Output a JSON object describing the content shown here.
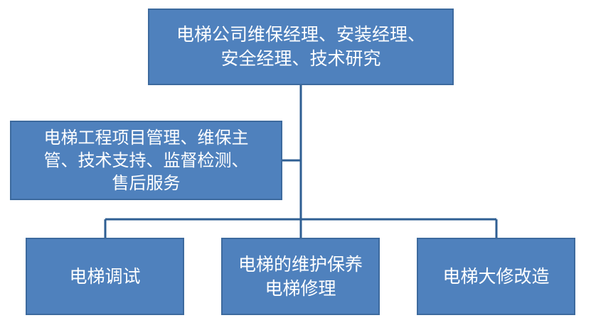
{
  "diagram": {
    "top_box": {
      "lines": [
        "电梯公司维保经理、安装经理、",
        "安全经理、技术研究"
      ]
    },
    "side_box": {
      "lines": [
        "电梯工程项目管理、维保主",
        "管、技术支持、监督检测、",
        "售后服务"
      ]
    },
    "bottom_boxes": [
      {
        "lines": [
          "电梯调试"
        ]
      },
      {
        "lines": [
          "电梯的维护保养",
          "电梯修理"
        ]
      },
      {
        "lines": [
          "电梯大修改造"
        ]
      }
    ],
    "colors": {
      "box_fill": "#4f81bd",
      "box_border": "#3d6a9e",
      "connector": "#2f5f93",
      "text": "#ffffff"
    }
  }
}
